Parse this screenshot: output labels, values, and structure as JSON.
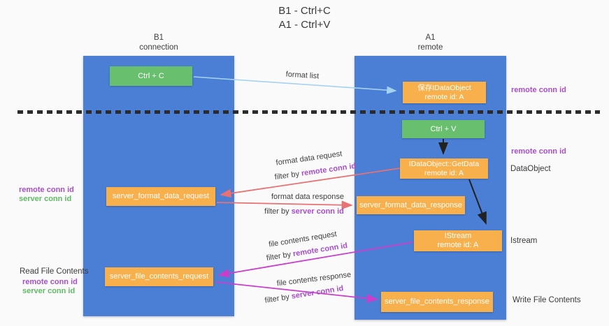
{
  "title": {
    "line1": "B1 - Ctrl+C",
    "line2": "A1 - Ctrl+V"
  },
  "lanes": {
    "left": {
      "name": "B1",
      "role": "connection"
    },
    "right": {
      "name": "A1",
      "role": "remote"
    }
  },
  "nodes": {
    "ctrl_c": "Ctrl + C",
    "save_idataobject": {
      "line1": "保存IDataObject",
      "line2": "remote id: A"
    },
    "ctrl_v": "Ctrl + V",
    "getdata": {
      "line1": "IDataObject::GetData",
      "line2": "remote id: A"
    },
    "format_request": "server_format_data_request",
    "format_response": "server_format_data_response",
    "istream": {
      "line1": "IStream",
      "line2": "remote id: A"
    },
    "file_request": "server_file_contents_request",
    "file_response": "server_file_contents_response"
  },
  "edges": {
    "format_list": "format list",
    "format_data_request": "format data request",
    "format_data_response": "format data response",
    "file_contents_request": "file contents request",
    "file_contents_response": "file contents response",
    "filter_by": "filter by ",
    "remote_conn_id": "remote conn id",
    "server_conn_id": "server conn id"
  },
  "side": {
    "remote_conn_id": "remote conn id",
    "server_conn_id": "server conn id",
    "dataobject": "DataObject",
    "istream": "Istream",
    "read_file_contents": "Read File Contents",
    "write_file_contents": "Write File Contents"
  },
  "colors": {
    "lane": "#4a7fd5",
    "node-green": "#68bf6d",
    "node-orange": "#f8b04c",
    "purple": "#a64fc9",
    "green-text": "#62b966",
    "red-arrow": "#e87173",
    "magenta-arrow": "#cb3ecb",
    "blue-arrow": "#a5d2f0",
    "ink": "#3c3c3c",
    "bg": "#fafafa"
  }
}
